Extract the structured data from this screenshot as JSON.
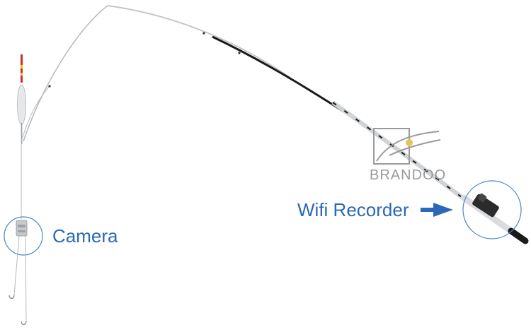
{
  "labels": {
    "camera": "Camera",
    "recorder": "Wifi Recorder"
  },
  "watermark": {
    "brand": "BRANDOO"
  },
  "colors": {
    "label_blue": "#2a68b8",
    "callout_circle": "#4a86d0",
    "rod_black": "#1a1a1a",
    "rod_silver": "#cfd3d6",
    "float_red": "#d42a2a",
    "watermark_gray": "#9a9a9a"
  }
}
